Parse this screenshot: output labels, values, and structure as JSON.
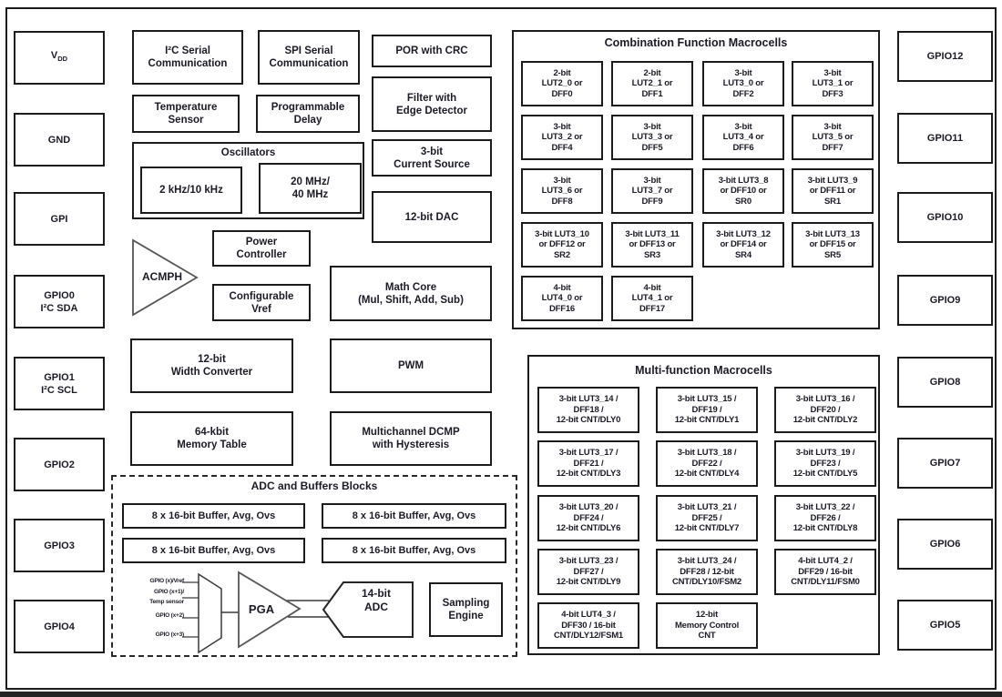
{
  "colors": {
    "ink": "#1b1b26",
    "border": "#1c1c1c",
    "background": "#ffffff",
    "bottom_bar": "#242424",
    "analog_shape_stroke": "#565656"
  },
  "pins": {
    "left": [
      {
        "lines": [
          {
            "t": "V",
            "sub": "DD"
          }
        ]
      },
      {
        "lines": [
          "GND"
        ]
      },
      {
        "lines": [
          "GPI"
        ]
      },
      {
        "lines": [
          "GPIO0",
          "I²C SDA"
        ]
      },
      {
        "lines": [
          "GPIO1",
          "I²C SCL"
        ]
      },
      {
        "lines": [
          "GPIO2"
        ]
      },
      {
        "lines": [
          "GPIO3"
        ]
      },
      {
        "lines": [
          "GPIO4"
        ]
      }
    ],
    "right": [
      {
        "lines": [
          "GPIO12"
        ]
      },
      {
        "lines": [
          "GPIO11"
        ]
      },
      {
        "lines": [
          "GPIO10"
        ]
      },
      {
        "lines": [
          "GPIO9"
        ]
      },
      {
        "lines": [
          "GPIO8"
        ]
      },
      {
        "lines": [
          "GPIO7"
        ]
      },
      {
        "lines": [
          "GPIO6"
        ]
      },
      {
        "lines": [
          "GPIO5"
        ]
      }
    ]
  },
  "blocks": {
    "i2c_serial": [
      "I²C Serial",
      "Communication"
    ],
    "spi_serial": [
      "SPI Serial",
      "Communication"
    ],
    "temperature_sensor": [
      "Temperature",
      "Sensor"
    ],
    "programmable_delay": [
      "Programmable",
      "Delay"
    ],
    "por": [
      "POR with CRC"
    ],
    "filter_edge": [
      "Filter with",
      "Edge Detector"
    ],
    "current_source": [
      "3-bit",
      "Current Source"
    ],
    "dac": [
      "12-bit DAC"
    ],
    "oscillators": {
      "title": "Oscillators",
      "osc_low": [
        "2 kHz/10 kHz"
      ],
      "osc_high": [
        "20 MHz/",
        "40 MHz"
      ]
    },
    "acmph": "ACMPH",
    "power_controller": [
      "Power",
      "Controller"
    ],
    "configurable_vref": [
      "Configurable",
      "Vref"
    ],
    "math_core": [
      "Math Core",
      "(Mul, Shift, Add, Sub)"
    ],
    "width_converter": [
      "12-bit",
      "Width Converter"
    ],
    "pwm": [
      "PWM"
    ],
    "memory_table": [
      "64-kbit",
      "Memory Table"
    ],
    "dcmp": [
      "Multichannel DCMP",
      "with Hysteresis"
    ]
  },
  "adc_section": {
    "title": "ADC and Buffers Blocks",
    "buffers": [
      "8 x 16-bit Buffer, Avg, Ovs",
      "8 x 16-bit Buffer, Avg, Ovs",
      "8 x 16-bit Buffer, Avg, Ovs",
      "8 x 16-bit Buffer, Avg, Ovs"
    ],
    "inputs": [
      {
        "lines": [
          "GPIO (x)/Vref"
        ]
      },
      {
        "lines": [
          "GPIO (x+1)/",
          "Temp sensor"
        ]
      },
      {
        "lines": [
          "GPIO (x+2)"
        ]
      },
      {
        "lines": [
          "GPIO (x+3)"
        ]
      }
    ],
    "pga_label": "PGA",
    "adc_label": [
      "14-bit",
      "ADC"
    ],
    "sampling_engine": [
      "Sampling",
      "Engine"
    ]
  },
  "combination_macrocells": {
    "title": "Combination Function Macrocells",
    "cells": [
      [
        "2-bit",
        "LUT2_0 or",
        "DFF0"
      ],
      [
        "2-bit",
        "LUT2_1 or",
        "DFF1"
      ],
      [
        "3-bit",
        "LUT3_0 or",
        "DFF2"
      ],
      [
        "3-bit",
        "LUT3_1 or",
        "DFF3"
      ],
      [
        "3-bit",
        "LUT3_2 or",
        "DFF4"
      ],
      [
        "3-bit",
        "LUT3_3 or",
        "DFF5"
      ],
      [
        "3-bit",
        "LUT3_4 or",
        "DFF6"
      ],
      [
        "3-bit",
        "LUT3_5 or",
        "DFF7"
      ],
      [
        "3-bit",
        "LUT3_6 or",
        "DFF8"
      ],
      [
        "3-bit",
        "LUT3_7 or",
        "DFF9"
      ],
      [
        "3-bit LUT3_8",
        "or DFF10 or",
        "SR0"
      ],
      [
        "3-bit LUT3_9",
        "or DFF11 or",
        "SR1"
      ],
      [
        "3-bit LUT3_10",
        "or DFF12 or",
        "SR2"
      ],
      [
        "3-bit LUT3_11",
        "or DFF13 or",
        "SR3"
      ],
      [
        "3-bit LUT3_12",
        "or DFF14 or",
        "SR4"
      ],
      [
        "3-bit LUT3_13",
        "or DFF15 or",
        "SR5"
      ],
      [
        "4-bit",
        "LUT4_0 or",
        "DFF16"
      ],
      [
        "4-bit",
        "LUT4_1 or",
        "DFF17"
      ]
    ]
  },
  "multifunction_macrocells": {
    "title": "Multi-function Macrocells",
    "cells": [
      [
        "3-bit LUT3_14 /",
        "DFF18 /",
        "12-bit CNT/DLY0"
      ],
      [
        "3-bit LUT3_15 /",
        "DFF19 /",
        "12-bit CNT/DLY1"
      ],
      [
        "3-bit LUT3_16 /",
        "DFF20 /",
        "12-bit CNT/DLY2"
      ],
      [
        "3-bit LUT3_17 /",
        "DFF21 /",
        "12-bit CNT/DLY3"
      ],
      [
        "3-bit LUT3_18 /",
        "DFF22 /",
        "12-bit CNT/DLY4"
      ],
      [
        "3-bit LUT3_19 /",
        "DFF23 /",
        "12-bit CNT/DLY5"
      ],
      [
        "3-bit LUT3_20 /",
        "DFF24 /",
        "12-bit CNT/DLY6"
      ],
      [
        "3-bit LUT3_21 /",
        "DFF25 /",
        "12-bit CNT/DLY7"
      ],
      [
        "3-bit LUT3_22 /",
        "DFF26 /",
        "12-bit CNT/DLY8"
      ],
      [
        "3-bit LUT3_23 /",
        "DFF27 /",
        "12-bit CNT/DLY9"
      ],
      [
        "3-bit LUT3_24 /",
        "DFF28 / 12-bit",
        "CNT/DLY10/FSM2"
      ],
      [
        "4-bit LUT4_2 /",
        "DFF29 / 16-bit",
        "CNT/DLY11/FSM0"
      ],
      [
        "4-bit LUT4_3 /",
        "DFF30 / 16-bit",
        "CNT/DLY12/FSM1"
      ],
      [
        "12-bit",
        "Memory Control",
        "CNT"
      ]
    ]
  }
}
